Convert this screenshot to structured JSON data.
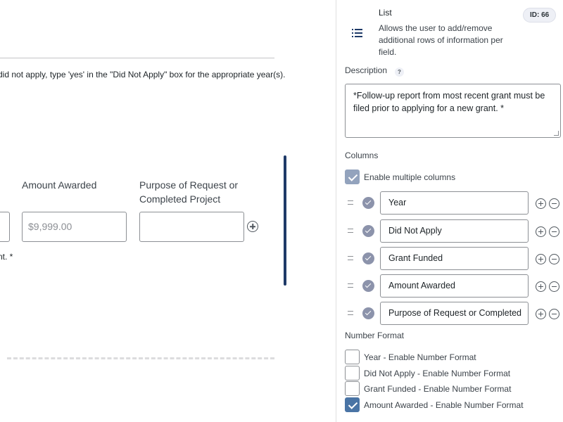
{
  "preview": {
    "instructions": "did not apply, type 'yes' in the \"Did Not Apply\" box for the appropriate year(s).",
    "headers": {
      "amount": "Amount Awarded",
      "purpose": "Purpose of Request or Completed Project"
    },
    "inputs": {
      "amount_placeholder": "$9,999.00"
    },
    "desc_fragment": "nt. *"
  },
  "panel": {
    "card": {
      "icon": "list-icon",
      "title": "List",
      "description": "Allows the user to add/remove additional rows of information per field.",
      "id_badge": "ID: 66"
    },
    "description": {
      "label": "Description",
      "help": "?",
      "value": "*Follow-up report from most recent grant must be filed prior to applying for a new grant. *"
    },
    "columns": {
      "label": "Columns",
      "enable_multiple": "Enable multiple columns",
      "items": [
        {
          "label": "Year"
        },
        {
          "label": "Did Not Apply"
        },
        {
          "label": "Grant Funded"
        },
        {
          "label": "Amount Awarded"
        },
        {
          "label": "Purpose of Request or Completed"
        }
      ]
    },
    "number_format": {
      "label": "Number Format",
      "options": [
        {
          "label": "Year - Enable Number Format",
          "checked": false
        },
        {
          "label": "Did Not Apply - Enable Number Format",
          "checked": false
        },
        {
          "label": "Grant Funded - Enable Number Format",
          "checked": false
        },
        {
          "label": "Amount Awarded - Enable Number Format",
          "checked": true
        }
      ]
    }
  },
  "colors": {
    "accent": "#1e3a68",
    "checkbox_on": "#4a74a5",
    "checkbox_on_light": "#93a3bd",
    "column_check": "#8c93ab"
  }
}
